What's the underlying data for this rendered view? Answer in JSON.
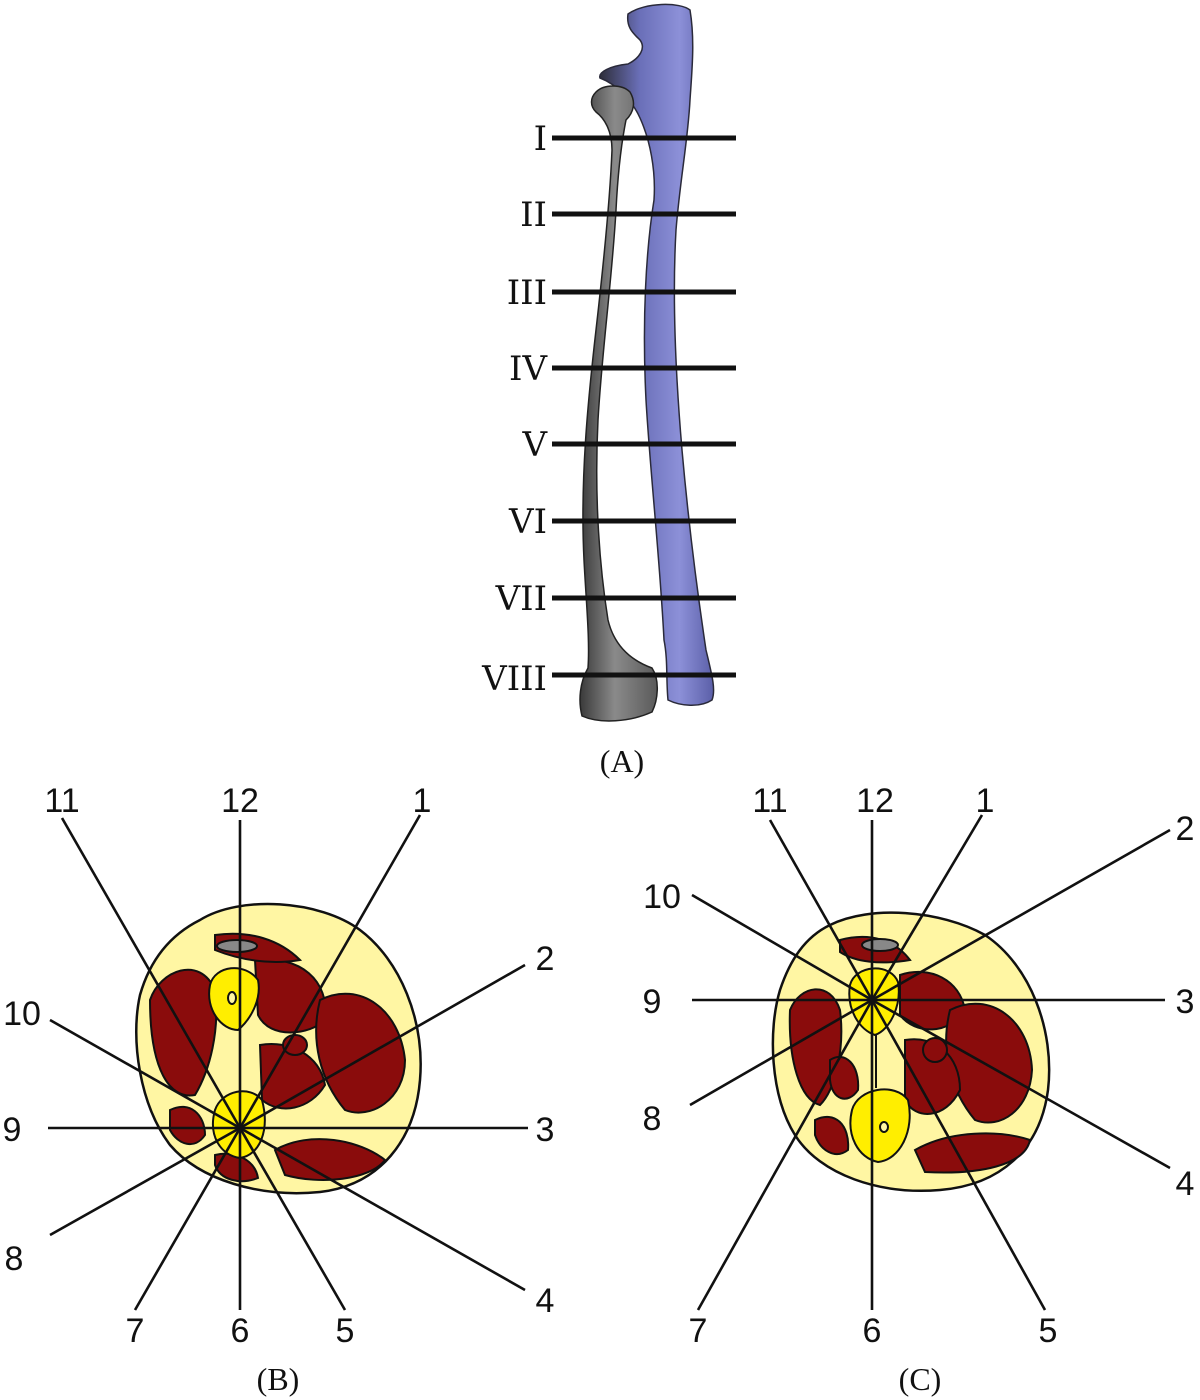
{
  "panel_a": {
    "label": "(A)",
    "sections": [
      "I",
      "II",
      "III",
      "IV",
      "V",
      "VI",
      "VII",
      "VIII"
    ]
  },
  "panel_b": {
    "label": "(B)",
    "clock_labels": [
      "1",
      "2",
      "3",
      "4",
      "5",
      "6",
      "7",
      "8",
      "9",
      "10",
      "11",
      "12"
    ]
  },
  "panel_c": {
    "label": "(C)",
    "clock_labels": [
      "1",
      "2",
      "3",
      "4",
      "5",
      "6",
      "7",
      "8",
      "9",
      "10",
      "11",
      "12"
    ]
  },
  "colors": {
    "bone_model": "#7076c4",
    "muscle": "#8a0c0c",
    "bone": "#ffee00",
    "soft_tissue": "#fff6a3",
    "vessel": "#888888"
  }
}
